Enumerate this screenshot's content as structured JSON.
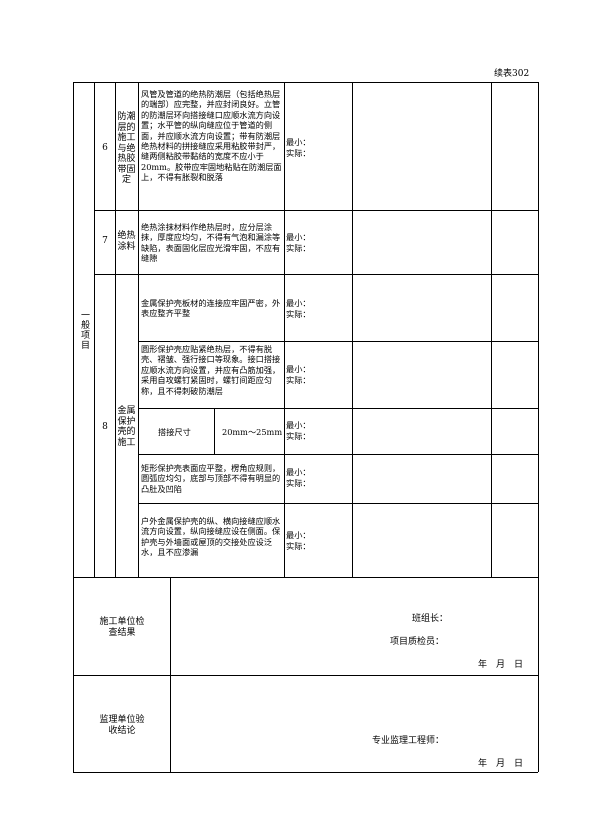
{
  "page_label": "续表302",
  "section_label": "一般项目",
  "rows": [
    {
      "no": "6",
      "category": "防潮层的施工与绝热胶带固定",
      "text": "风管及管道的绝热防潮层（包括绝热层的端部）应完整，并应封闭良好。立管的防潮层环向搭接缝口应顺水流方向设置；水平管的纵向缝应位于管道的侧面，并应顺水流方向设置；带有防潮层绝热材料的拼接缝应采用粘胶带封严，缝两侧粘胶带黏结的宽度不应小于20mm。胶带应牢固地粘贴在防潮层面上，不得有胀裂和脱落",
      "min_label": "最小：",
      "actual_label": "实际："
    },
    {
      "no": "7",
      "category": "绝热涂料",
      "text": "绝热涂抹材料作绝热层时，应分层涂抹，厚度应均匀，不得有气泡和漏涂等缺陷，表面固化层应光滑牢固，不应有缝隙",
      "min_label": "最小：",
      "actual_label": "实际："
    }
  ],
  "row8": {
    "no": "8",
    "category": "金属保护壳的施工",
    "items": [
      {
        "text": "金属保护壳板材的连接应牢固严密，外表应整齐平整",
        "min_label": "最小：",
        "actual_label": "实际："
      },
      {
        "text": "圆形保护壳应贴紧绝热层，不得有脱壳、褶皱、强行接口等现象。接口搭接应顺水流方向设置，并应有凸筋加强，采用自攻螺钉紧固时，螺钉间距应匀称，且不得刺破防潮层",
        "min_label": "最小：",
        "actual_label": "实际："
      },
      {
        "text": "搭接尺寸",
        "value": "20mm～25mm",
        "min_label": "最小：",
        "actual_label": "实际："
      },
      {
        "text": "矩形保护壳表面应平整，楞角应规则，圆弧应均匀，底部与顶部不得有明显的凸肚及凹陷",
        "min_label": "最小：",
        "actual_label": "实际："
      },
      {
        "text": "户外金属保护壳的纵、横向接缝应顺水流方向设置，纵向接缝应设在侧面。保护壳与外墙面或屋顶的交接处应设泛水，且不应渗漏",
        "min_label": "最小：",
        "actual_label": "实际："
      }
    ]
  },
  "construction": {
    "label": "施工单位检查结果",
    "leader": "班组长：",
    "inspector": "项目质检员：",
    "date": "年　月　日"
  },
  "supervision": {
    "label": "监理单位验收结论",
    "engineer": "专业监理工程师：",
    "date": "年　月　日"
  }
}
